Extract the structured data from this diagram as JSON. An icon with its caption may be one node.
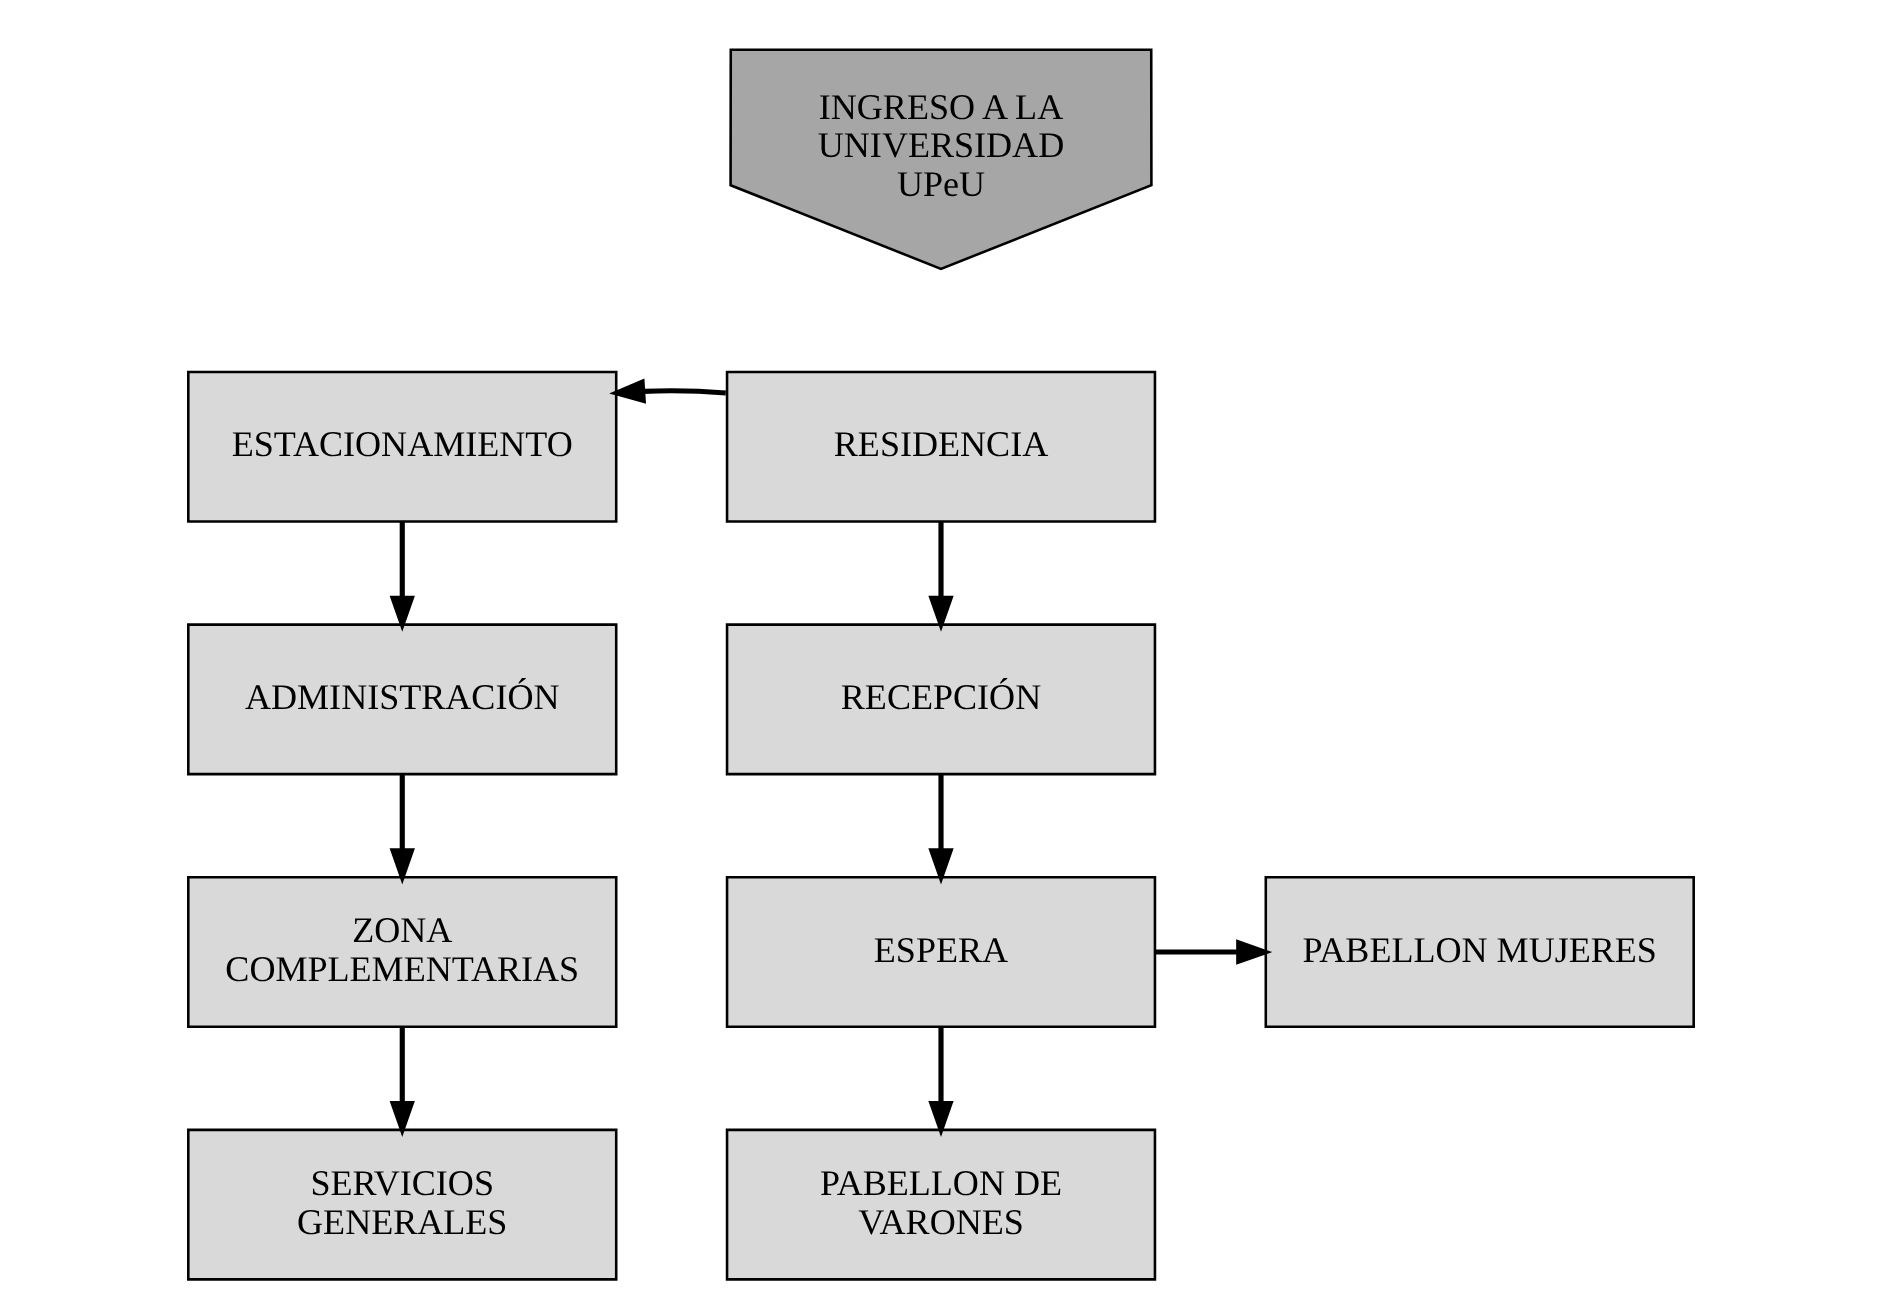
{
  "diagram": {
    "nodes": [
      {
        "text": [
          "INGRESO A LA UNIVERSIDAD UPeU"
        ]
      },
      {
        "text": [
          "ESTACIONAMIENTO"
        ]
      },
      {
        "text": [
          "RESIDENCIA"
        ]
      },
      {
        "text": [
          "ADMINISTRACIÓN"
        ]
      },
      {
        "text": [
          "RECEPCIÓN"
        ]
      },
      {
        "text": [
          "PABELLON MUJERES"
        ]
      },
      {
        "text": [
          "ZONA COMPLEMENTARIAS"
        ]
      },
      {
        "text": [
          "ESPERA"
        ]
      },
      {
        "text": [
          "PABELLON DE VARONES"
        ]
      },
      {
        "text": [
          "SERVICIOS GENERALES"
        ]
      }
    ],
    "edges": [
      {
        "from": 2,
        "to": 1,
        "arrow": "to"
      },
      {
        "from": 1,
        "to": 3,
        "arrow": "to"
      },
      {
        "from": 2,
        "to": 4,
        "arrow": "to"
      },
      {
        "from": 3,
        "to": 6,
        "arrow": "to"
      },
      {
        "from": 4,
        "to": 7,
        "arrow": "to"
      },
      {
        "from": 7,
        "to": 5,
        "arrow": "to"
      },
      {
        "from": 7,
        "to": 8,
        "arrow": "to"
      },
      {
        "from": 6,
        "to": 9,
        "arrow": "to"
      }
    ]
  }
}
